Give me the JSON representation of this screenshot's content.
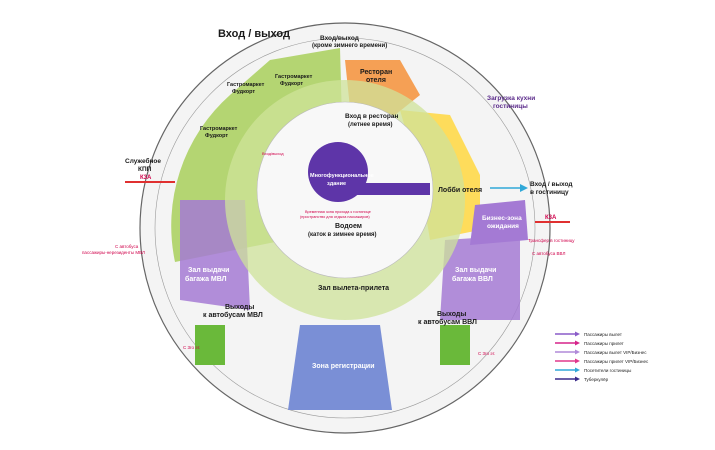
{
  "labels": {
    "entrance_main": "Вход / выход",
    "entrance_top": "Вход/выход",
    "entrance_top_note": "(кроме зимнего времени)",
    "restaurant": "Ресторан",
    "restaurant_2": "отеля",
    "kitchen_load": "Загрузка кухни",
    "kitchen_load_2": "гостиницы",
    "restaurant_entry": "Вход в ресторан",
    "restaurant_entry_2": "(летнее время)",
    "gastro_1": "Гастромаркет",
    "gastro_1b": "Фудкорт",
    "gastro_2": "Гастромаркет",
    "gastro_2b": "Фудкорт",
    "gastro_3": "Гастромаркет",
    "gastro_3b": "Фудкорт",
    "service_checkpoint": "Служебное",
    "service_checkpoint_2": "КПП",
    "k3a_left": "К3А",
    "k3a_right": "К3А",
    "multi_building": "Многофункциональное",
    "multi_building_2": "здание",
    "hotel_lobby": "Лобби отеля",
    "hotel_entry": "Вход / выход",
    "hotel_entry_2": "в гостиницу",
    "business_zone": "Бизнес-зона",
    "business_zone_2": "ожидания",
    "pool": "Водоем",
    "pool_2": "(каток в зимнее время)",
    "baggage_mvl": "Зал выдачи",
    "baggage_mvl_2": "багажа МВЛ",
    "baggage_vvl": "Зал выдачи",
    "baggage_vvl_2": "багажа ВВЛ",
    "arrival_hall": "Зал вылета-прилета",
    "bus_mvl": "Выходы",
    "bus_mvl_2": "к автобусам МВЛ",
    "bus_vvl": "Выходы",
    "bus_vvl_2": "к автобусам ВВЛ",
    "registration": "Зона регистрации",
    "from_bus_left": "С автобуса",
    "from_bus_left_2": "пассажиры-нерезиденты МВЛ",
    "from_bus_right": "С автобуса ВВЛ",
    "transfer": "Трансфер в гостиницу",
    "from_3rd_left": "С 3го эт.",
    "from_3rd_right": "С 3го эт.",
    "lift_note": "Вход/выход",
    "center_note_1": "Временная зона прохода к гостинице",
    "center_note_2": "(пространство для отдыха пассажиров)"
  },
  "legend": [
    {
      "label": "Пассажиры вылет",
      "color": "#8a5cc8"
    },
    {
      "label": "Пассажиры прилет",
      "color": "#d6238a"
    },
    {
      "label": "Пассажиры вылет VIP/Бизнес",
      "color": "#b08ad8"
    },
    {
      "label": "Пассажиры прилет VIP/Бизнес",
      "color": "#e0388c"
    },
    {
      "label": "Посетители гостиницы",
      "color": "#30a8d8"
    },
    {
      "label": "Туберкулёр",
      "color": "#3a2a8a"
    }
  ],
  "colors": {
    "green": "#a8cf5a",
    "green_light": "#cfe39a",
    "orange": "#f5a055",
    "yellow": "#ffd94a",
    "purple": "#a47ad4",
    "purple_dark": "#5e35a8",
    "blue": "#7a8fd6",
    "red_arrow": "#e03030"
  }
}
